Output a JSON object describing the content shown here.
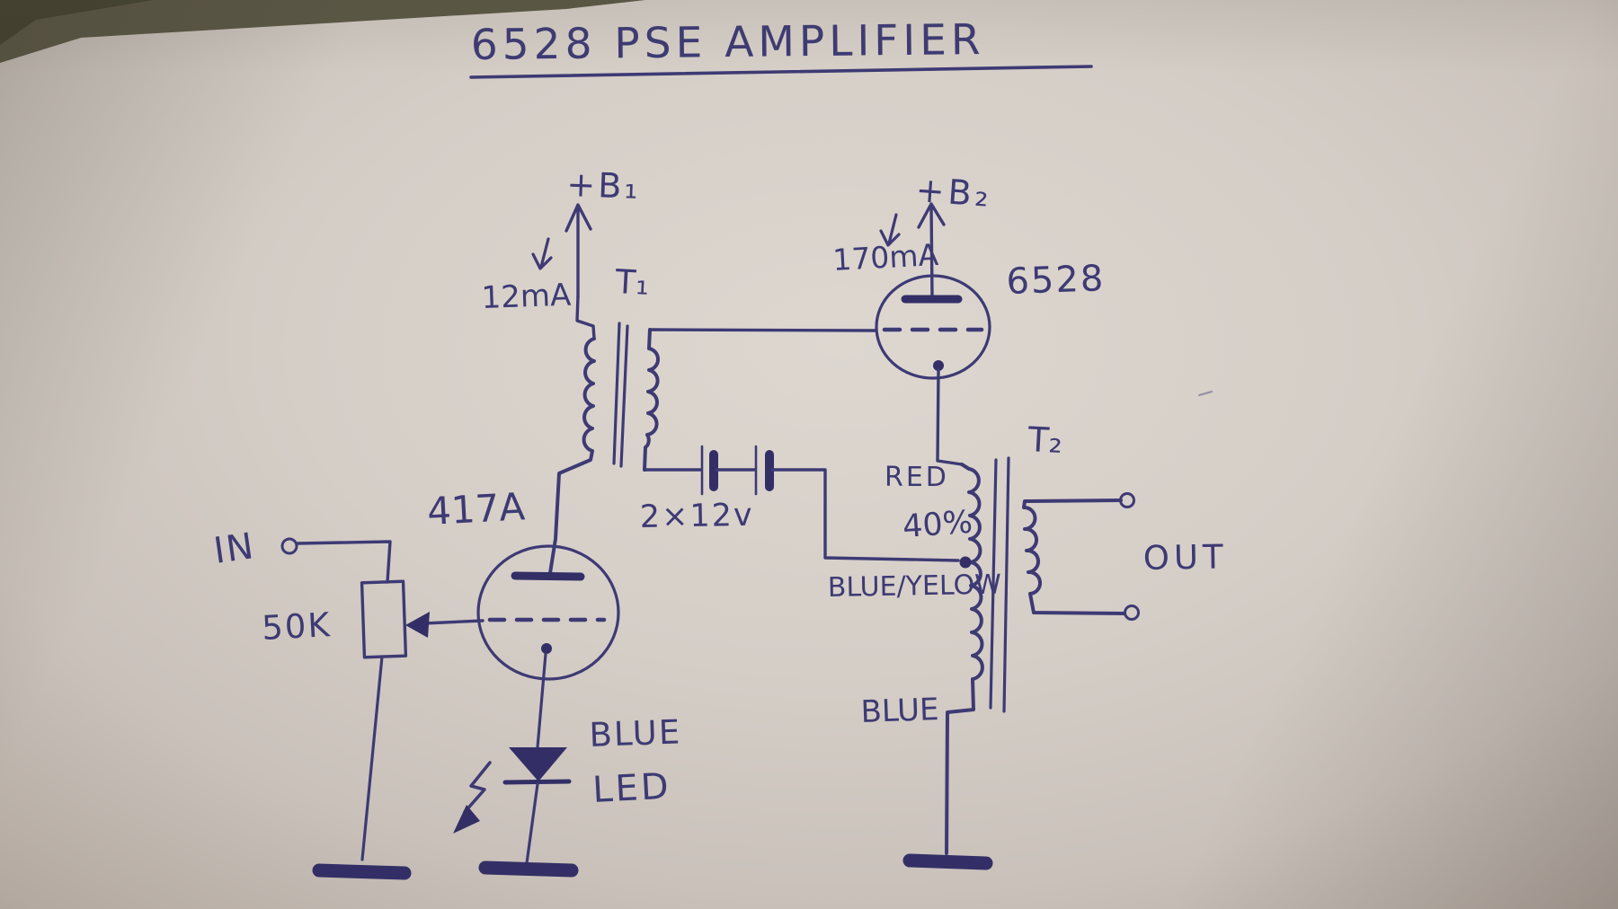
{
  "title": {
    "text": "6528 PSE AMPLIFIER"
  },
  "supplies": {
    "b1": {
      "label": "+B₁",
      "current": "12mA"
    },
    "b2": {
      "label": "+B₂",
      "current": "170mA"
    }
  },
  "tubes": {
    "driver": "417A",
    "power": "6528"
  },
  "transformers": {
    "interstage": {
      "label": "T₁"
    },
    "output": {
      "label": "T₂",
      "tap_percent": "40%",
      "leads": {
        "top": "RED",
        "tap": "BLUE/YELOW",
        "bottom": "BLUE"
      }
    }
  },
  "battery": {
    "label": "2×12v"
  },
  "input": {
    "label": "IN",
    "pot_value": "50K"
  },
  "output_jack": {
    "label": "OUT"
  },
  "led": {
    "color": "BLUE",
    "label": "LED"
  },
  "colors": {
    "ink": "#3d3a74",
    "ink_heavy": "#332f66",
    "paper": "#d5cec7"
  }
}
